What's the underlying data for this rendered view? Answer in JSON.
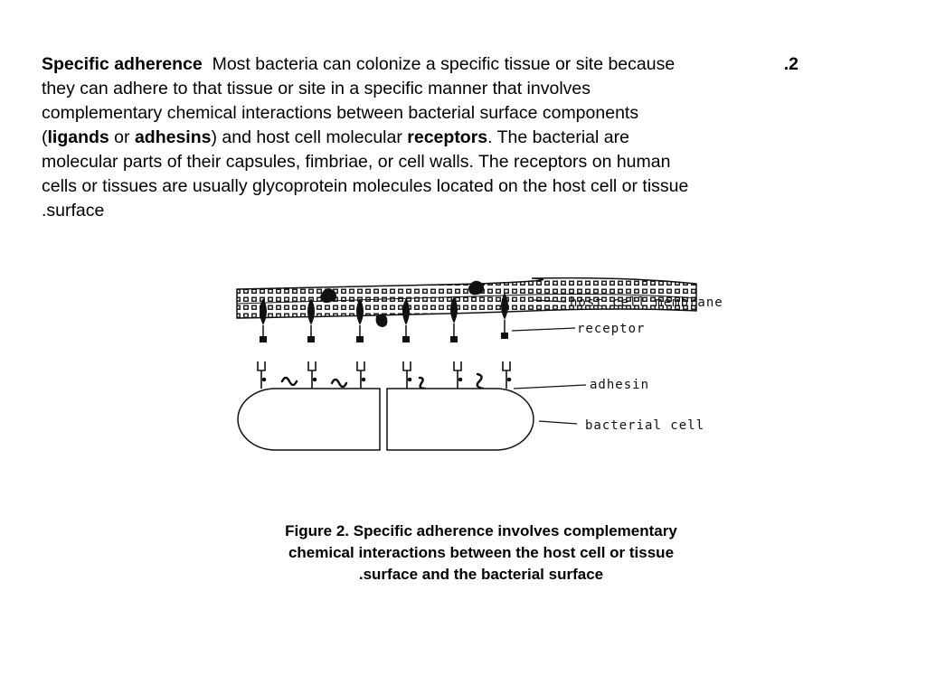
{
  "paragraph": {
    "item_number": ".2",
    "line1": {
      "bold_term": "Specific adherence",
      "rest": "Most bacteria can colonize a specific tissue or site because"
    },
    "line2": "they can adhere to that tissue or site in a specific manner that involves",
    "line3": "complementary chemical interactions between bacterial surface components",
    "line4": {
      "open_paren": "(",
      "ligands": "ligands",
      "or": " or ",
      "adhesins": "adhesins",
      "mid": ") and host cell molecular ",
      "receptors": "receptors",
      "end": ". The bacterial are"
    },
    "line5": "molecular parts of their capsules, fimbriae, or cell walls. The receptors on human",
    "line6": "cells or tissues are usually glycoprotein molecules located on the host cell or tissue",
    "line7": ".surface"
  },
  "figure": {
    "labels": {
      "host_cell_membrane": "host cell membrane",
      "receptor": "receptor",
      "adhesin": "adhesin",
      "bacterial_cell": "bacterial cell"
    }
  },
  "caption": {
    "line1": "Figure 2. Specific adherence involves complementary",
    "line2": "chemical interactions between the host cell or tissue",
    "line3": ".surface and the bacterial surface"
  }
}
